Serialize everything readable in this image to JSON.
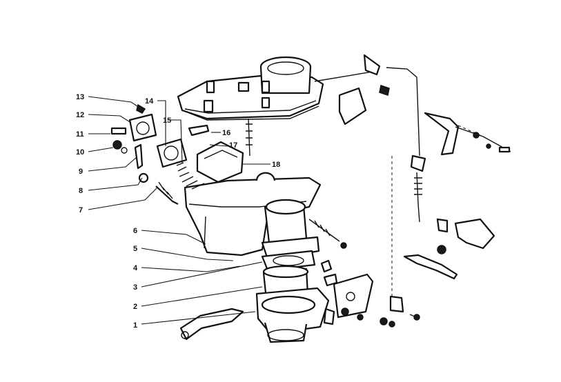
{
  "diagram": {
    "callouts": [
      {
        "id": "1",
        "text": "1"
      },
      {
        "id": "2",
        "text": "2"
      },
      {
        "id": "3",
        "text": "3"
      },
      {
        "id": "4",
        "text": "4"
      },
      {
        "id": "5",
        "text": "5"
      },
      {
        "id": "6",
        "text": "6"
      },
      {
        "id": "7",
        "text": "7"
      },
      {
        "id": "8",
        "text": "8"
      },
      {
        "id": "9",
        "text": "9"
      },
      {
        "id": "10",
        "text": "10"
      },
      {
        "id": "11",
        "text": "11"
      },
      {
        "id": "12",
        "text": "12"
      },
      {
        "id": "13",
        "text": "13"
      },
      {
        "id": "14",
        "text": "14"
      },
      {
        "id": "15",
        "text": "15"
      },
      {
        "id": "16",
        "text": "16"
      },
      {
        "id": "17",
        "text": "17"
      },
      {
        "id": "18",
        "text": "18"
      }
    ],
    "colors": {
      "ink": "#111111",
      "paper": "#ffffff"
    }
  }
}
